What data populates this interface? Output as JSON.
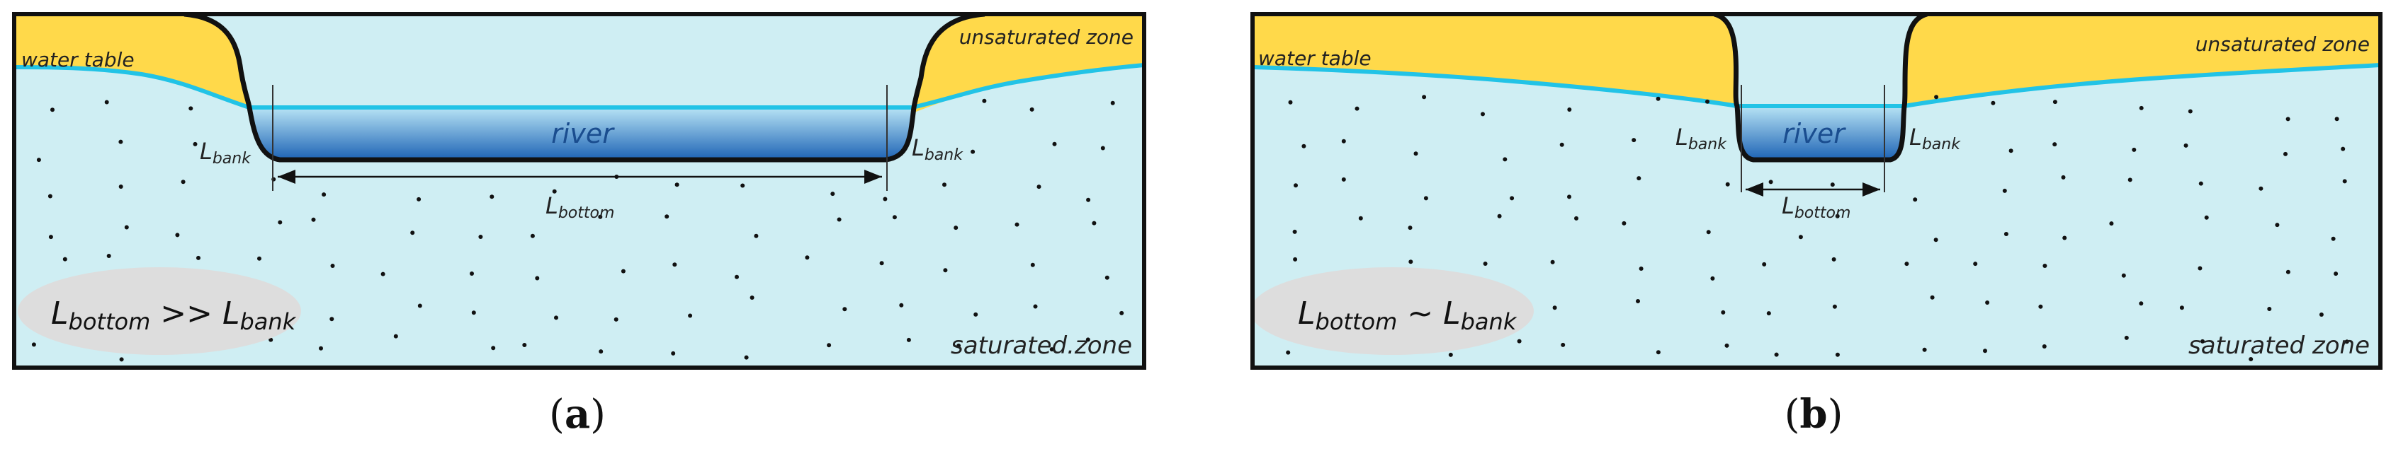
{
  "colors": {
    "saturated": "#cfeef3",
    "unsaturated": "#ffd94a",
    "water_table": "#22c3e6",
    "river_top": "#b8e4f5",
    "river_bottom": "#1d63b5",
    "outline": "#111111",
    "ellipse": "#dddddd"
  },
  "panels": [
    {
      "id": "a",
      "water_table_label": "water table",
      "unsaturated_label": "unsaturated zone",
      "river_label": "river",
      "bank_label_left": {
        "main": "L",
        "sub": "bank"
      },
      "bank_label_right": {
        "main": "L",
        "sub": "bank"
      },
      "bottom_label": {
        "main": "L",
        "sub": "bottom"
      },
      "relation": {
        "left_main": "L",
        "left_sub": "bottom",
        "op": " >> ",
        "right_main": "L",
        "right_sub": "bank"
      },
      "saturated_label": "saturated.zone",
      "caption": {
        "open": "(",
        "letter": "a",
        "close": ")"
      }
    },
    {
      "id": "b",
      "water_table_label": "water table",
      "unsaturated_label": "unsaturated zone",
      "river_label": "river",
      "bank_label_left": {
        "main": "L",
        "sub": "bank"
      },
      "bank_label_right": {
        "main": "L",
        "sub": "bank"
      },
      "bottom_label": {
        "main": "L",
        "sub": "bottom"
      },
      "relation": {
        "left_main": "L",
        "left_sub": "bottom",
        "op": " ~ ",
        "right_main": "L",
        "right_sub": "bank"
      },
      "saturated_label": "saturated zone",
      "caption": {
        "open": "(",
        "letter": "b",
        "close": ")"
      }
    }
  ]
}
